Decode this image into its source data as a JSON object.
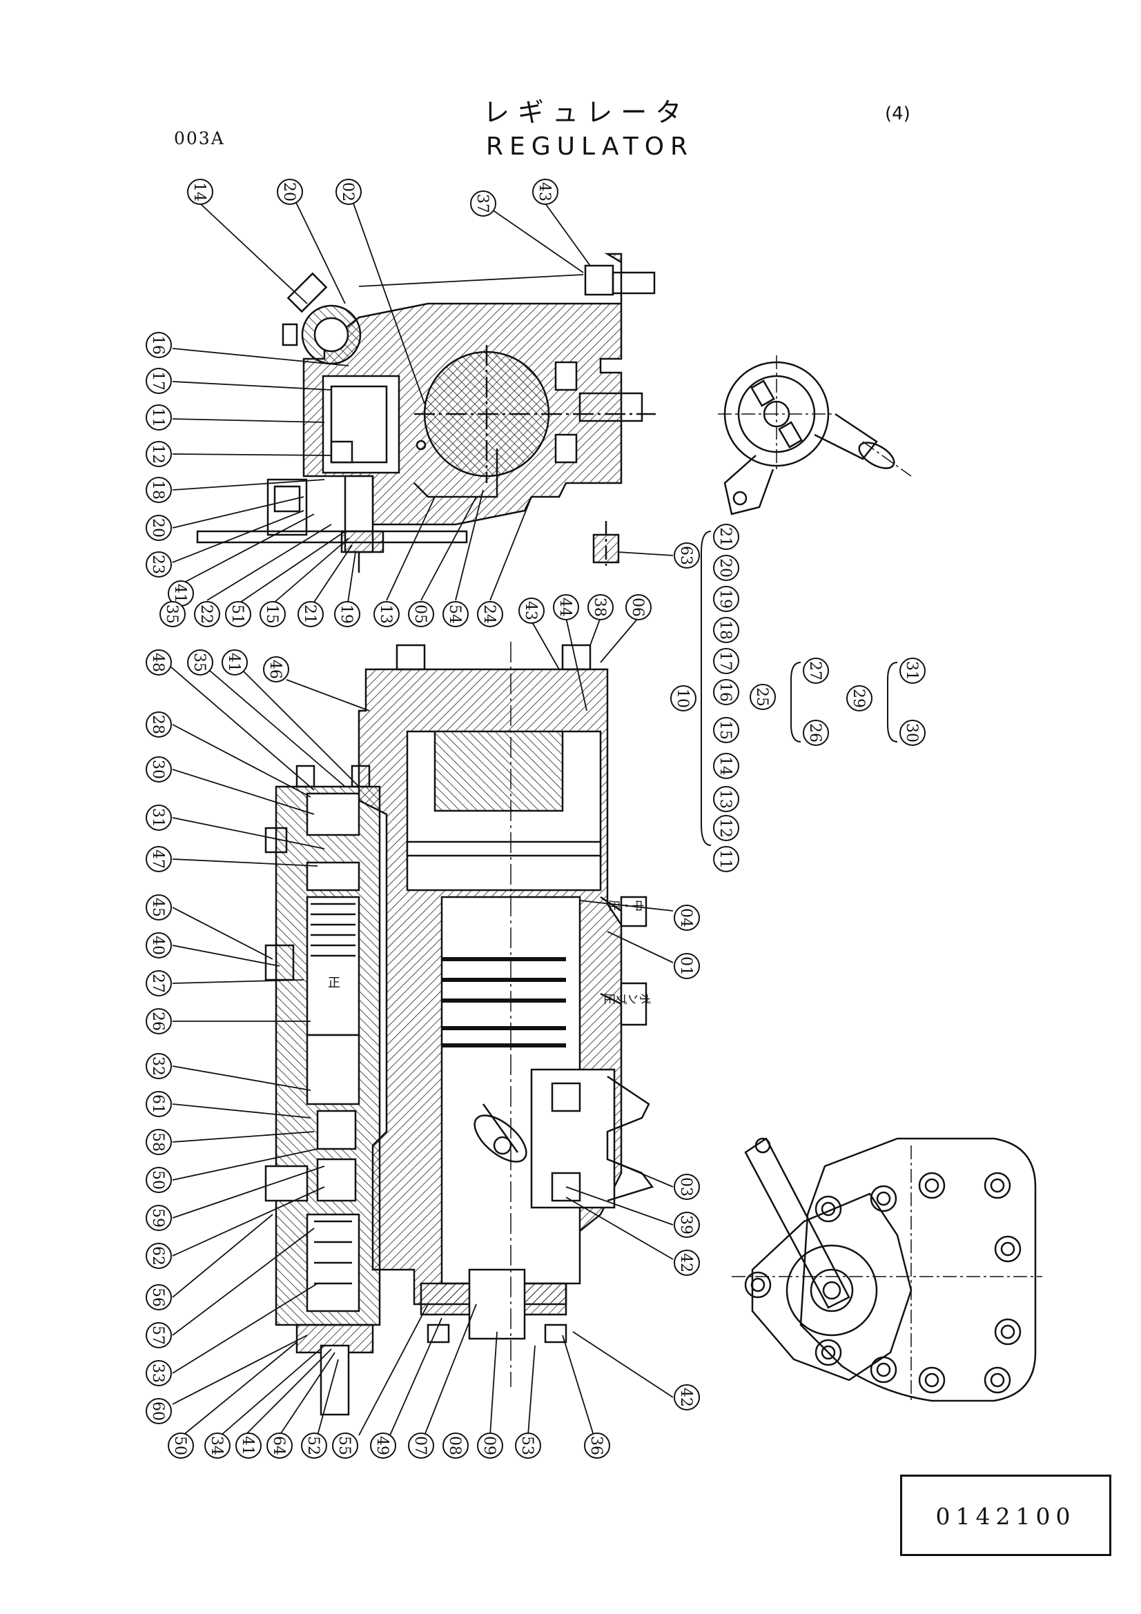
{
  "header": {
    "sheet_code": "003A",
    "title_jp": "レギュレータ",
    "title_en": "REGULATOR",
    "corner_mark": "(4)"
  },
  "document_number": "0142100",
  "top_view": {
    "balloons": [
      "14",
      "20",
      "02",
      "37",
      "43",
      "16",
      "17",
      "11",
      "12",
      "18",
      "20",
      "23",
      "41",
      "35",
      "22",
      "51",
      "15",
      "21",
      "19",
      "13",
      "05",
      "54",
      "24",
      "63"
    ]
  },
  "side_view": {
    "balloons_left": [
      "48",
      "35",
      "41",
      "46",
      "28",
      "30",
      "31",
      "47",
      "45",
      "40",
      "27",
      "26",
      "32",
      "61",
      "58",
      "50",
      "59",
      "62",
      "56",
      "57",
      "33",
      "60",
      "50",
      "34",
      "41",
      "64",
      "52",
      "55"
    ],
    "balloons_bottom": [
      "49",
      "07",
      "08",
      "09",
      "53",
      "36",
      "42"
    ],
    "balloons_top_right": [
      "43",
      "44",
      "38",
      "06"
    ],
    "balloons_right": [
      "04",
      "01",
      "03",
      "39",
      "42"
    ],
    "port_labels": [
      "中・圧",
      "ポンプ圧"
    ],
    "spool_mark": "正"
  },
  "assembly_groups": {
    "assembly_10": {
      "id": "10",
      "members": [
        "11",
        "12",
        "13",
        "14",
        "15",
        "16",
        "17",
        "18",
        "19",
        "20",
        "21"
      ]
    },
    "assembly_25": {
      "id": "25",
      "members": [
        "26",
        "27"
      ]
    },
    "assembly_29": {
      "id": "29",
      "members": [
        "30",
        "31"
      ]
    }
  },
  "colors": {
    "ink": "#111111",
    "paper": "#ffffff"
  }
}
